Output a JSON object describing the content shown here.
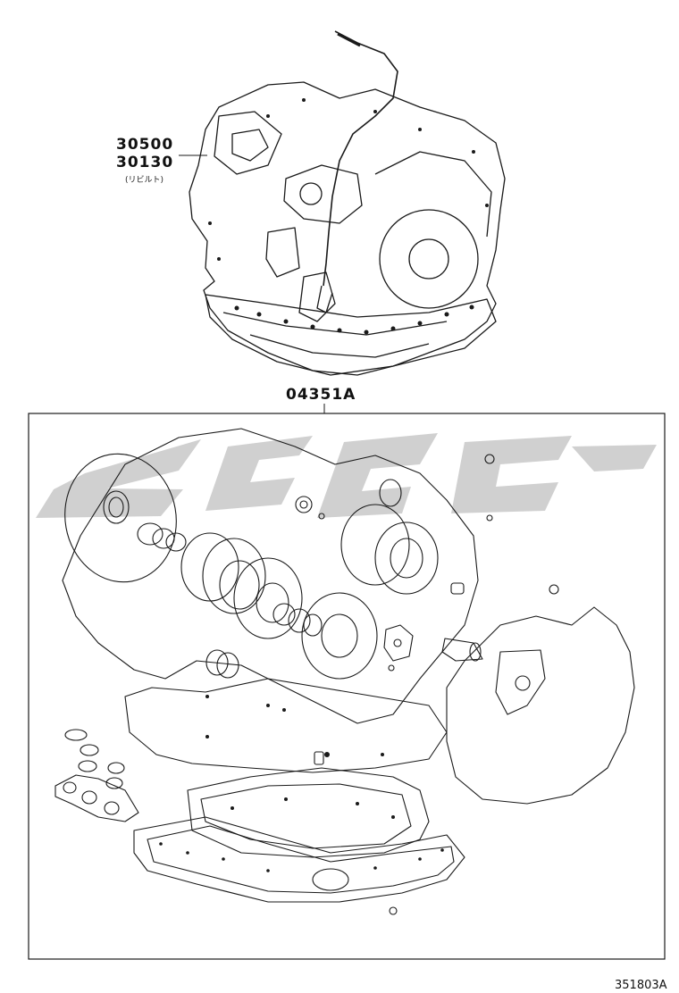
{
  "callouts": {
    "assembly_number_1": "30500",
    "assembly_number_2": "30130",
    "assembly_note": "(リビルト)",
    "kit_number": "04351A"
  },
  "illustration_code": "351803A",
  "colors": {
    "line": "#1a1a1a",
    "watermark": "#c8c8c8",
    "background": "#ffffff"
  }
}
